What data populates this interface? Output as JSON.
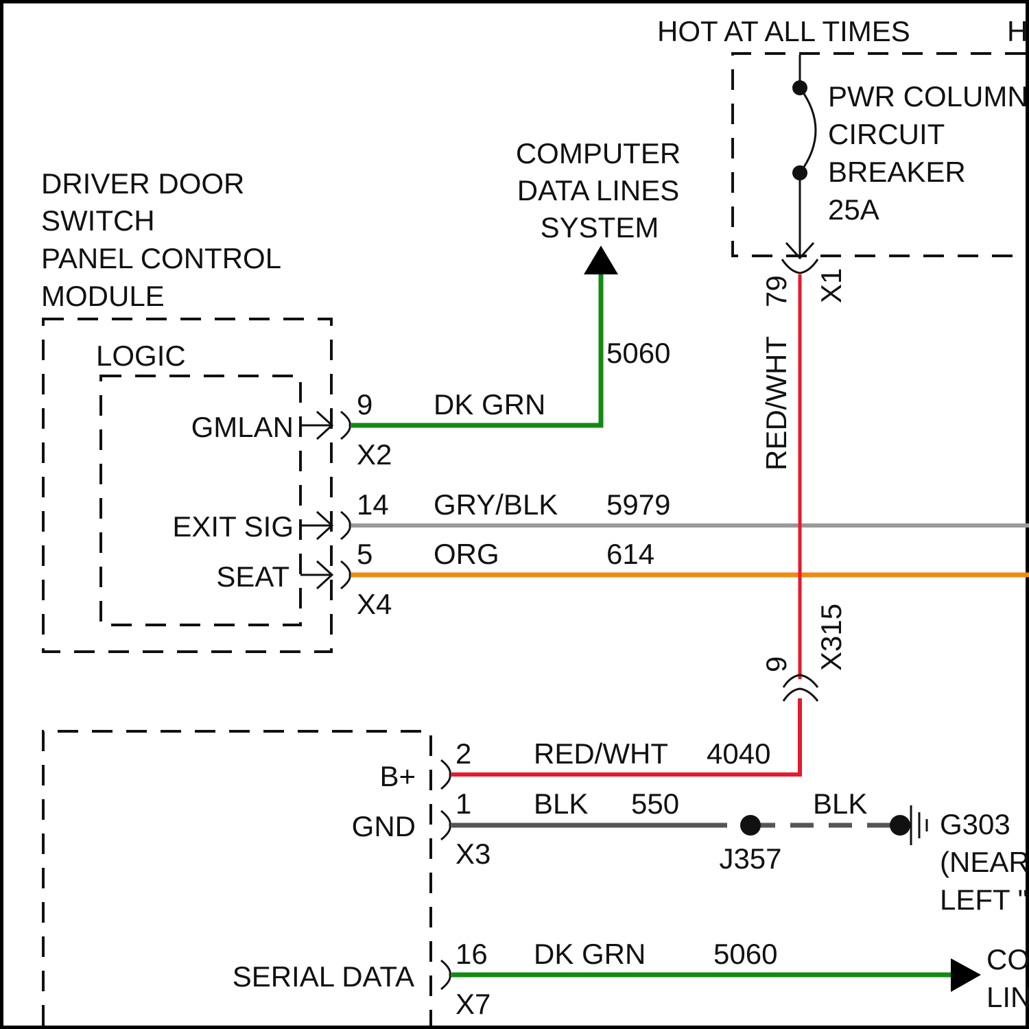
{
  "labels": {
    "hot_at_all_times": "HOT AT ALL TIMES",
    "hot_cut": "H",
    "breaker_1": "PWR COLUMN",
    "breaker_2": "CIRCUIT",
    "breaker_3": "BREAKER",
    "breaker_4": "25A",
    "cdl_1": "COMPUTER",
    "cdl_2": "DATA LINES",
    "cdl_3": "SYSTEM",
    "module_1": "DRIVER DOOR",
    "module_2": "SWITCH",
    "module_3": "PANEL CONTROL",
    "module_4": "MODULE",
    "logic": "LOGIC",
    "gmlan": "GMLAN",
    "exit_sig": "EXIT SIG",
    "seat": "SEAT",
    "b_plus": "B+",
    "gnd": "GND",
    "serial_data": "SERIAL DATA",
    "g303": "G303",
    "g303_near": "(NEAR",
    "g303_left": "LEFT \"",
    "cdl_cut_1": "CO",
    "cdl_cut_2": "LIN",
    "j357": "J357"
  },
  "connectors": {
    "x1": "X1",
    "x2": "X2",
    "x3": "X3",
    "x4": "X4",
    "x7": "X7",
    "x315": "X315"
  },
  "wires": {
    "gmlan": {
      "pin": "9",
      "color": "DK GRN",
      "circuit": "5060",
      "hex": "#128a12"
    },
    "exit_sig": {
      "pin": "14",
      "color": "GRY/BLK",
      "circuit": "5979",
      "hex": "#9a9a9a"
    },
    "seat": {
      "pin": "5",
      "color": "ORG",
      "circuit": "614",
      "hex": "#f08a10"
    },
    "riser": {
      "pin_top": "79",
      "pin_bottom": "9",
      "color": "RED/WHT",
      "hex": "#e8192c"
    },
    "b_plus": {
      "pin": "2",
      "color": "RED/WHT",
      "circuit": "4040",
      "hex": "#e8192c"
    },
    "gnd": {
      "pin": "1",
      "color": "BLK",
      "circuit": "550",
      "hex": "#555555"
    },
    "gnd_tail": {
      "color": "BLK"
    },
    "serial": {
      "pin": "16",
      "color": "DK GRN",
      "circuit": "5060",
      "hex": "#128a12"
    }
  }
}
